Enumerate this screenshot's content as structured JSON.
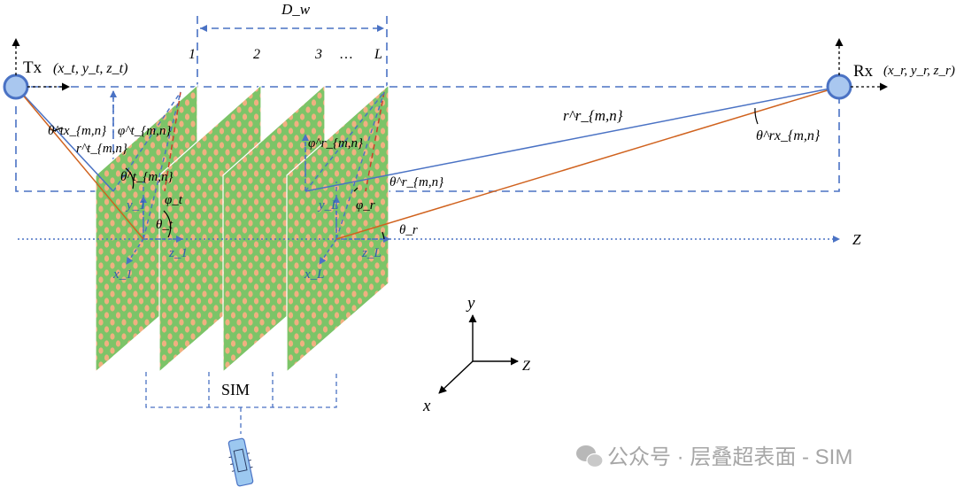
{
  "tx": {
    "label": "Tx",
    "coords": "(x_t, y_t, z_t)"
  },
  "rx": {
    "label": "Rx",
    "coords": "(x_r, y_r, z_r)"
  },
  "width_label": "D_w",
  "layer_labels": [
    "1",
    "2",
    "3",
    "…",
    "L"
  ],
  "angles": {
    "theta_tx": "θ^tx_{m,n}",
    "r_t": "r^t_{m,n}",
    "phi_t_mn": "φ^t_{m,n}",
    "theta_t_mn": "θ^t_{m,n}",
    "phi_t": "φ_t",
    "theta_t": "θ_t",
    "phi_r_mn": "φ^r_{m,n}",
    "theta_r_mn": "θ^r_{m,n}",
    "phi_r": "φ_r",
    "theta_r": "θ_r",
    "r_r": "r^r_{m,n}",
    "theta_rx": "θ^rx_{m,n}"
  },
  "local_axes": {
    "y1": "y_1",
    "z1": "z_1",
    "x1": "x_1",
    "yL": "y_L",
    "zL": "z_L",
    "xL": "x_L"
  },
  "global_axis_z": "Z",
  "sim_label": "SIM",
  "axes3d": {
    "y": "y",
    "z": "Z",
    "x": "x"
  },
  "watermark": "公众号 · 层叠超表面 - SIM",
  "colors": {
    "panel": "#7cc468",
    "dot": "#f0b080",
    "blue": "#4a72c4",
    "orange": "#d0621e",
    "dash_red": "#c8402a"
  }
}
